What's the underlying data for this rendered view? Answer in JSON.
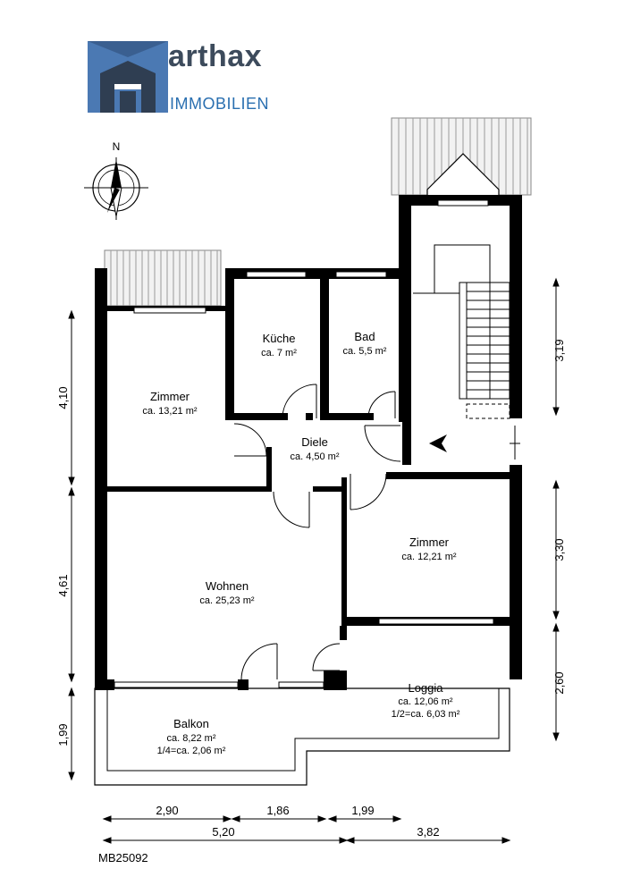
{
  "logo": {
    "name": "arthax",
    "sub": "IMMOBILIEN"
  },
  "compass": {
    "label": "N"
  },
  "rooms": [
    {
      "id": "kueche",
      "name": "Küche",
      "area": "ca. 7 m²"
    },
    {
      "id": "bad",
      "name": "Bad",
      "area": "ca. 5,5 m²"
    },
    {
      "id": "zimmer1",
      "name": "Zimmer",
      "area": "ca. 13,21 m²"
    },
    {
      "id": "diele",
      "name": "Diele",
      "area": "ca. 4,50 m²"
    },
    {
      "id": "zimmer2",
      "name": "Zimmer",
      "area": "ca. 12,21 m²"
    },
    {
      "id": "wohnen",
      "name": "Wohnen",
      "area": "ca. 25,23 m²"
    },
    {
      "id": "loggia",
      "name": "Loggia",
      "area": "ca. 12,06 m²",
      "note": "1/2=ca. 6,03 m²"
    },
    {
      "id": "balkon",
      "name": "Balkon",
      "area": "ca. 8,22 m²",
      "note": "1/4=ca. 2,06 m²"
    }
  ],
  "dimensions": {
    "left": [
      "4,10",
      "4,61",
      "1,99"
    ],
    "right": [
      "3,19",
      "3,30",
      "2,60"
    ],
    "bottom_row1": [
      "2,90",
      "1,86",
      "1,99"
    ],
    "bottom_row2": [
      "5,20",
      "3,82"
    ]
  },
  "reference": "MB25092"
}
